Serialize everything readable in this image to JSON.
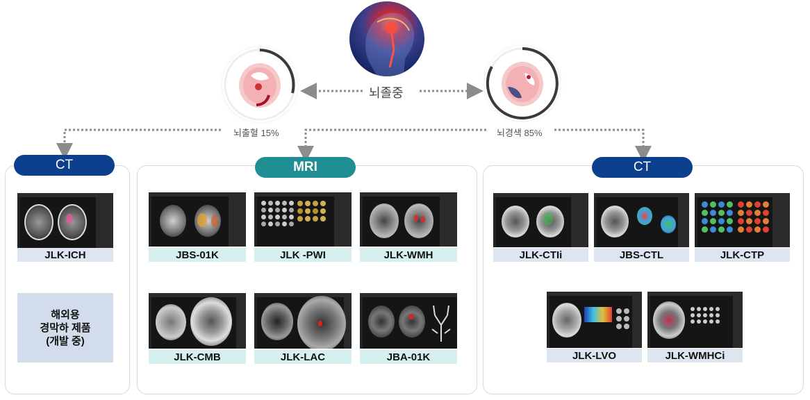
{
  "center": {
    "title": "뇌졸중"
  },
  "hemorrhage": {
    "caption": "뇌출혈 15%"
  },
  "ischemic": {
    "caption": "뇌경색 85%"
  },
  "panels": {
    "ct_left": {
      "header": "CT",
      "products": [
        "JLK-ICH"
      ],
      "note_lines": [
        "해외용",
        "경막하 제품",
        "(개발 중)"
      ]
    },
    "mri": {
      "header": "MRI",
      "products": [
        "JBS-01K",
        "JLK -PWI",
        "JLK-WMH",
        "JLK-CMB",
        "JLK-LAC",
        "JBA-01K"
      ]
    },
    "ct_right": {
      "header": "CT",
      "products": [
        "JLK-CTIi",
        "JBS-CTL",
        "JLK-CTP",
        "JLK-LVO",
        "JLK-WMHCi"
      ]
    }
  },
  "colors": {
    "ct_pill": "#0d3f8f",
    "mri_pill": "#1f8f93",
    "ct_label_bg": "#dde5f0",
    "mri_label_bg": "#d6efef",
    "dotted_line": "#8c8c8c"
  }
}
